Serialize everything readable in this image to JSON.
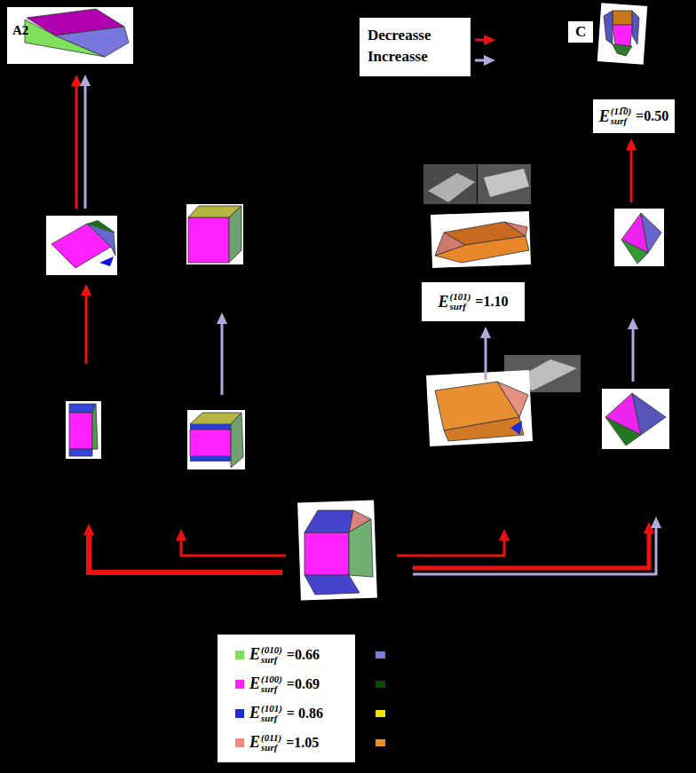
{
  "diagram": {
    "nodes": [
      {
        "text": [
          "E",
          "surf",
          "(11̅0)",
          "=0.50"
        ]
      },
      {
        "text": [
          "E",
          "surf",
          "(101)",
          "=1.10"
        ]
      }
    ],
    "labels": [
      "A2",
      "C",
      "E",
      "surf",
      "(010)",
      "E",
      "surf",
      "(100)",
      "E",
      "surf",
      "(101)",
      "E",
      "surf",
      "(011)"
    ],
    "legend": [
      {
        "text": "Decreasse"
      },
      {
        "text": "Increasse"
      },
      {
        "text": "=0.66",
        "color": "#7ee05c"
      },
      {
        "text": "=0.69",
        "color": "#ff22ff"
      },
      {
        "text": "= 0.86",
        "color": "#1f2fd8"
      },
      {
        "text": "=1.05",
        "color": "#f08a80"
      }
    ]
  }
}
